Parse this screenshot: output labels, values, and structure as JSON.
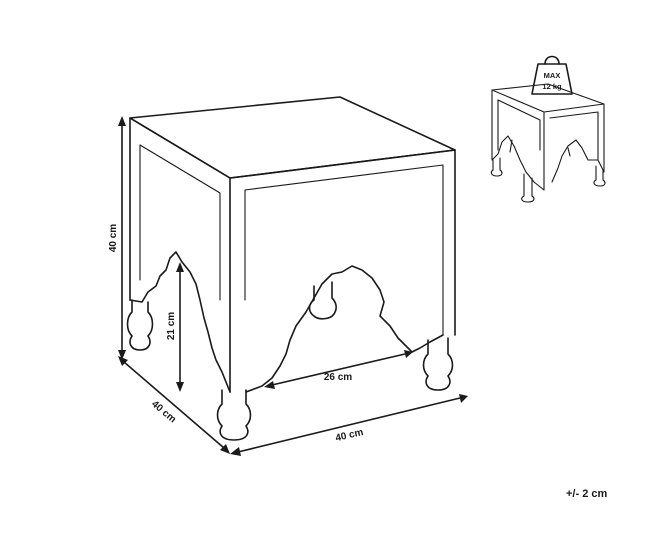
{
  "dimensions": {
    "height": "40 cm",
    "leg_opening_height": "21 cm",
    "opening_width": "26 cm",
    "depth": "40 cm",
    "width": "40 cm"
  },
  "max_load": {
    "line1": "MAX",
    "line2": "12 kg"
  },
  "tolerance": "+/- 2 cm"
}
